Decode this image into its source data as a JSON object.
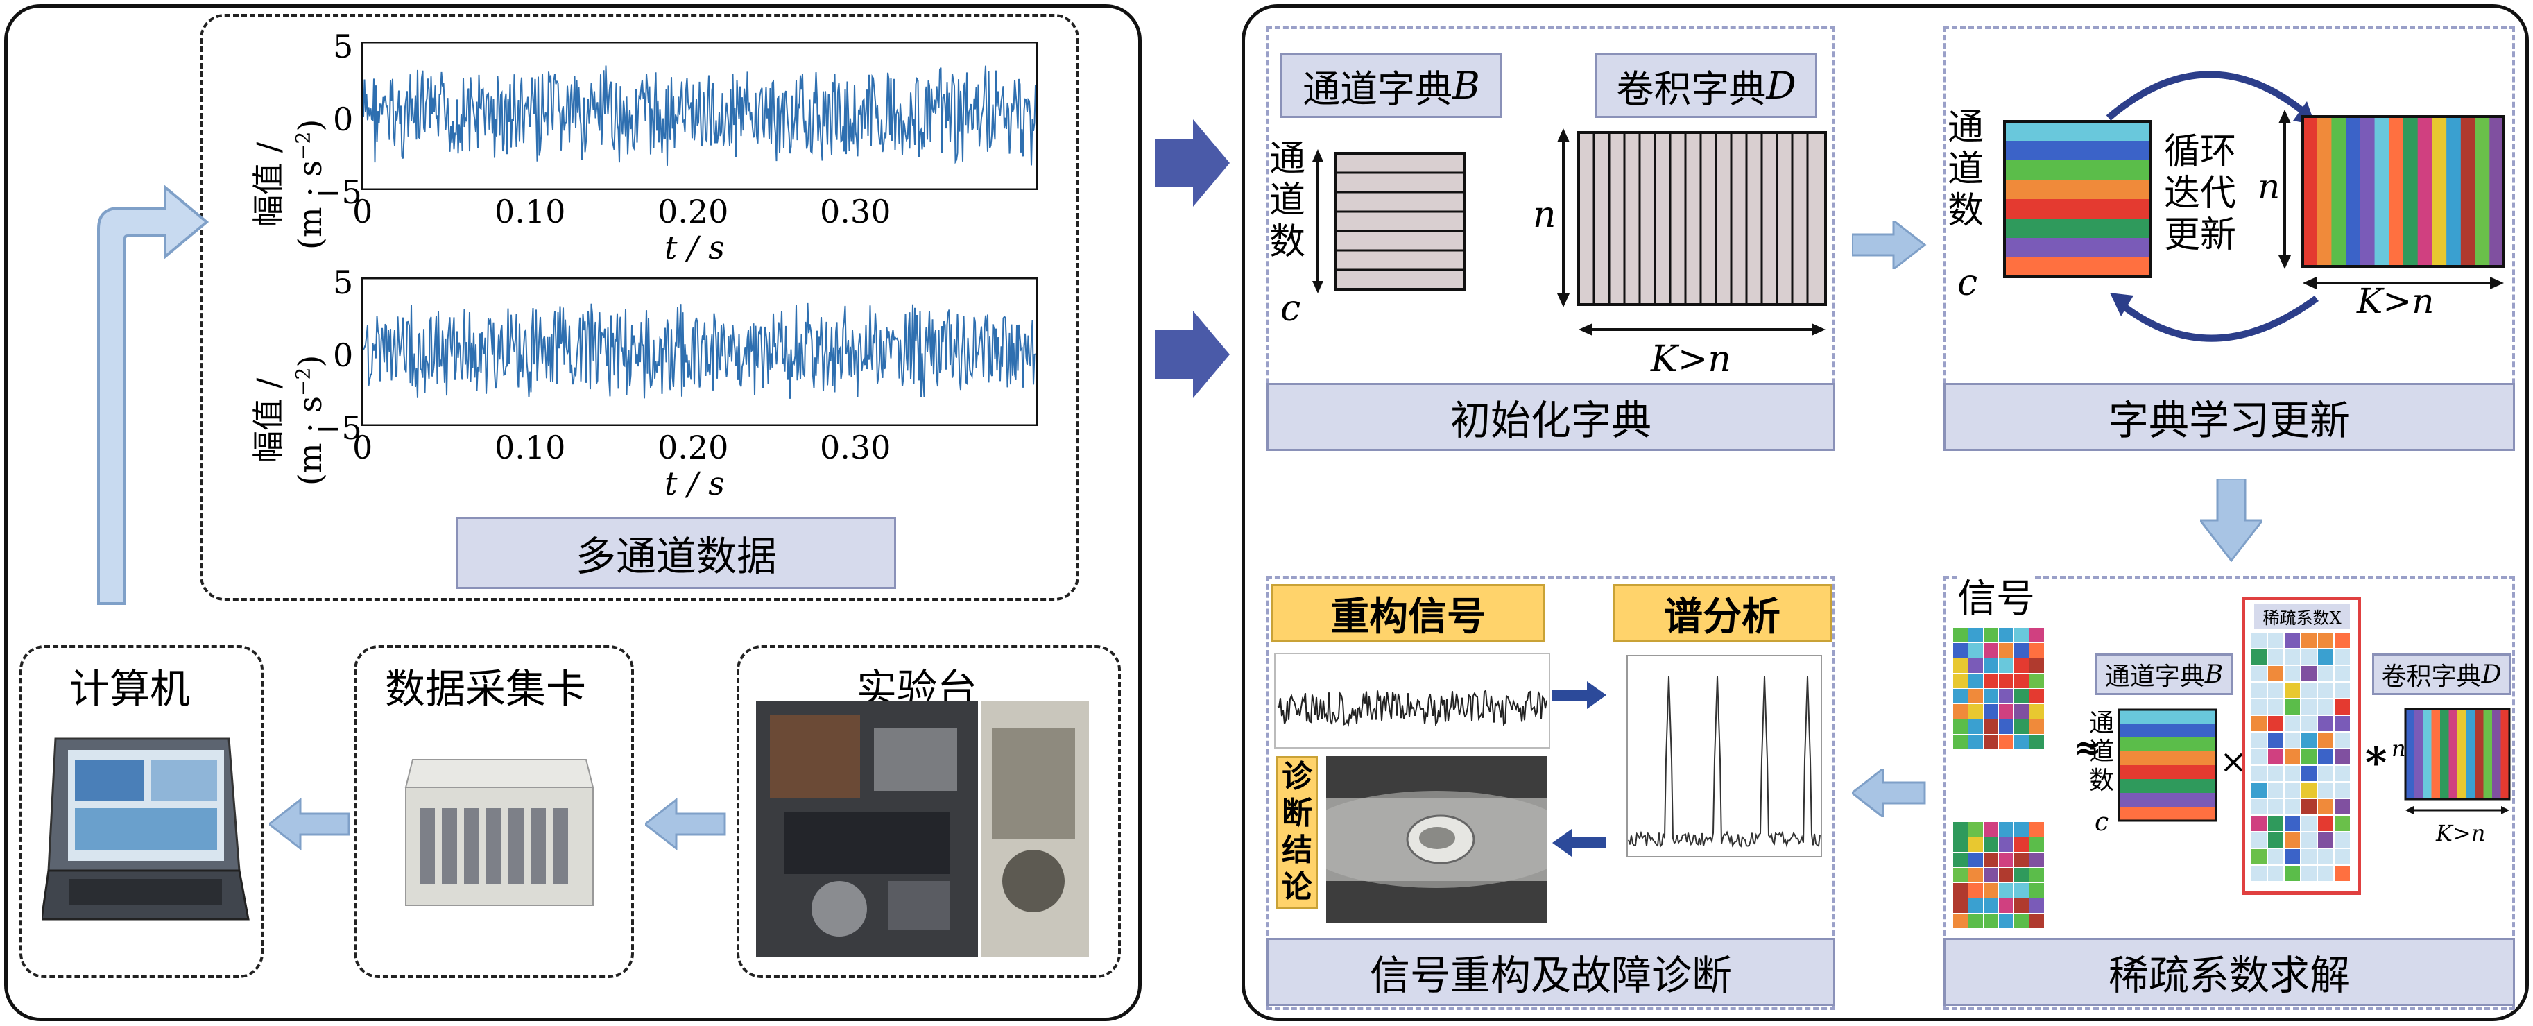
{
  "left_panel": {
    "multichannel": {
      "label": "多通道数据",
      "plots": [
        {
          "ylabel_cn": "幅值 /",
          "ylabel_unit": "(m · s",
          "ylabel_sup": "−2",
          "ylabel_close": ")",
          "yticks": [
            "5",
            "0",
            "−5"
          ],
          "xticks": [
            "0",
            "0.10",
            "0.20",
            "0.30"
          ],
          "xlabel": "t / s"
        },
        {
          "ylabel_cn": "幅值 /",
          "ylabel_unit": "(m · s",
          "ylabel_sup": "−2",
          "ylabel_close": ")",
          "yticks": [
            "5",
            "0",
            "−5"
          ],
          "xticks": [
            "0",
            "0.10",
            "0.20",
            "0.30"
          ],
          "xlabel": "t / s"
        }
      ],
      "series_color": "#2e6fb0"
    },
    "computer": {
      "label": "计算机"
    },
    "daq": {
      "label": "数据采集卡"
    },
    "testbench": {
      "label": "实验台"
    }
  },
  "right_panel": {
    "init_dict": {
      "label": "初始化字典",
      "channel_dict": "通道字典",
      "channel_dict_sym": "B",
      "conv_dict": "卷积字典",
      "conv_dict_sym": "D",
      "channels_vertical": [
        "通",
        "道",
        "数"
      ],
      "c": "c",
      "n": "n",
      "k_gt_n": "K>n"
    },
    "dict_update": {
      "label": "字典学习更新",
      "channels_vertical": [
        "通",
        "道",
        "数"
      ],
      "c": "c",
      "cycle_text": [
        "循环",
        "迭代",
        "更新"
      ],
      "n": "n",
      "k_gt_n": "K>n"
    },
    "sparse": {
      "label": "稀疏系数求解",
      "signal": "信号",
      "channel_dict": "通道字典",
      "channel_dict_sym": "B",
      "conv_dict": "卷积字典",
      "conv_dict_sym": "D",
      "sparse_coeff": "稀疏系数X",
      "approx": "≈",
      "times": "×",
      "star": "*",
      "channels_vertical": [
        "通",
        "道",
        "数"
      ],
      "c": "c",
      "n": "n",
      "k_gt_n": "K>n"
    },
    "recon": {
      "label": "信号重构及故障诊断",
      "recon_signal": "重构信号",
      "spectrum": "谱分析",
      "diagnosis_vertical": [
        "诊",
        "断",
        "结",
        "论"
      ]
    }
  },
  "colors": {
    "arrow": "#4a5aa8",
    "light_arrow": "#9dbbe0",
    "label_bg": "#d6daec",
    "yellow": "#ffd36b"
  }
}
